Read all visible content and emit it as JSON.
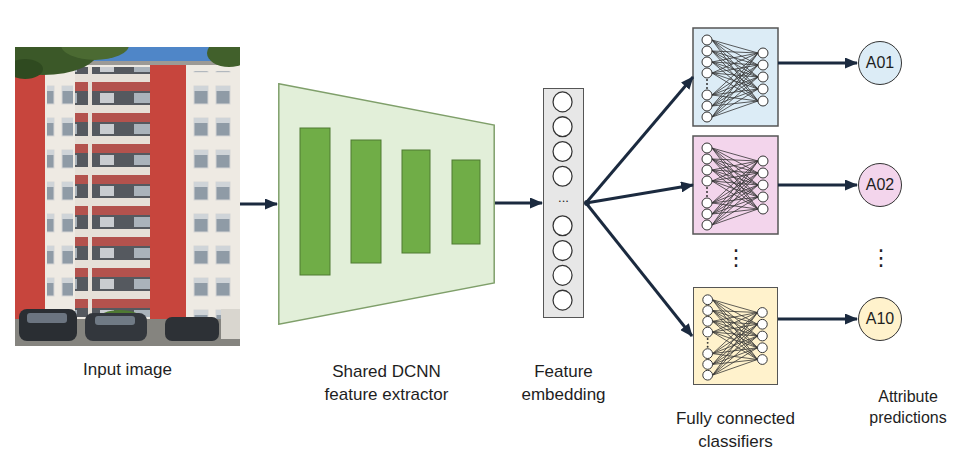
{
  "diagram": {
    "nodes": [
      {
        "text": [
          "Input image"
        ]
      },
      {
        "text": [
          "Shared DCNN feature extractor"
        ]
      },
      {
        "text": [
          "Feature embedding"
        ]
      },
      {
        "text": [
          "Fully connected classifiers"
        ]
      },
      {
        "text": [
          "A01"
        ]
      },
      {
        "text": [
          "A02"
        ]
      },
      {
        "text": [
          "A10"
        ]
      }
    ],
    "edges": [
      {
        "from": 0,
        "to": 1,
        "arrow": "to"
      },
      {
        "from": 1,
        "to": 2,
        "arrow": "to"
      },
      {
        "from": 2,
        "to": 3,
        "arrow": "to"
      },
      {
        "from": 3,
        "to": 6,
        "arrow": "to"
      }
    ],
    "labels": [
      "Attribute predictions",
      "⋮",
      "⋮",
      "..."
    ]
  }
}
